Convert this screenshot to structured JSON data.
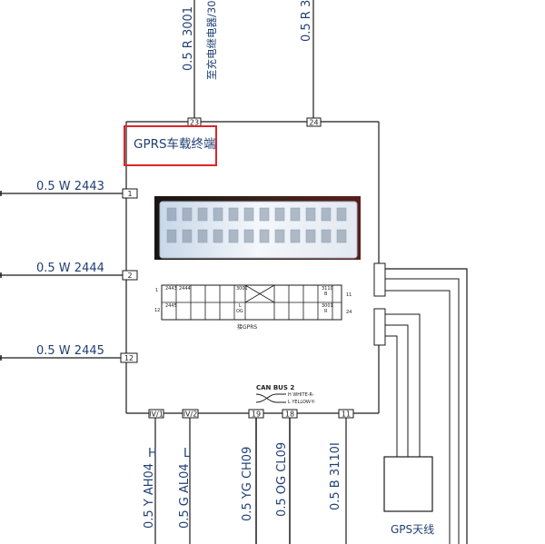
{
  "module": {
    "title": "GPRS车载终端",
    "connector_label": "接GPRS",
    "gps_label": "GPS天线"
  },
  "top_wires": [
    {
      "pin": "23",
      "spec": "0.5 R 3001",
      "note": "至充电继电器/30"
    },
    {
      "pin": "24",
      "spec": "0.5 R 3"
    }
  ],
  "left_wires": [
    {
      "pin": "1",
      "spec": "0.5 W 2443"
    },
    {
      "pin": "2",
      "spec": "0.5 W 2444"
    },
    {
      "pin": "12",
      "spec": "0.5 W 2445"
    }
  ],
  "bottom_wires": [
    {
      "pin": "IV/1",
      "level": "H",
      "spec": "0.5 Y AH04"
    },
    {
      "pin": "IV/2",
      "level": "L",
      "spec": "0.5 G AL04"
    },
    {
      "pin": "19",
      "level": "",
      "spec": "0.5 YG CH09"
    },
    {
      "pin": "18",
      "level": "",
      "spec": "0.5 OG CL09"
    },
    {
      "pin": "11",
      "level": "",
      "spec": "0.5 B 3110I"
    }
  ],
  "can_bus": {
    "title": "CAN BUS 2",
    "high_label": "H WHITE-R-",
    "low_label": "L YELLOW-Y-"
  },
  "pinout": {
    "left_top": "1",
    "left_mid": "12",
    "right_top": "11",
    "right_bot": "24",
    "row1": [
      "2443",
      "2444"
    ],
    "row2": [
      "2445"
    ],
    "center": [
      "3001",
      "L",
      "OG"
    ],
    "right_top_cell": [
      "3110",
      "B"
    ],
    "right_bot_cell": [
      "3001",
      "R"
    ]
  },
  "colors": {
    "wire": "#1a1a1a",
    "text": "#1f3f73",
    "highlight": "#d9262c"
  }
}
